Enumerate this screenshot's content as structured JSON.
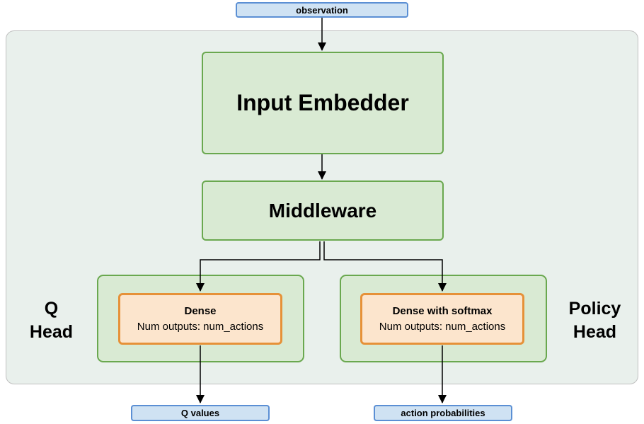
{
  "nodes": {
    "observation": {
      "label": "observation"
    },
    "input_embedder": {
      "label": "Input Embedder"
    },
    "middleware": {
      "label": "Middleware"
    },
    "q_dense": {
      "title": "Dense",
      "subtitle": "Num outputs: num_actions"
    },
    "policy_dense": {
      "title": "Dense with softmax",
      "subtitle": "Num outputs: num_actions"
    },
    "q_values": {
      "label": "Q values"
    },
    "action_probabilities": {
      "label": "action probabilities"
    }
  },
  "labels": {
    "q_head": {
      "line1": "Q",
      "line2": "Head"
    },
    "policy_head": {
      "line1": "Policy",
      "line2": "Head"
    }
  },
  "colors": {
    "node_fill_green": "#d9ead3",
    "node_border_green": "#6aa84f",
    "node_fill_orange": "#fce5cd",
    "node_border_orange": "#e69138",
    "node_fill_blue": "#cfe2f3",
    "node_border_blue": "#5b8fd4",
    "container_fill": "#e9f0ec",
    "container_border": "#bfbfbf",
    "arrow": "#000000"
  }
}
